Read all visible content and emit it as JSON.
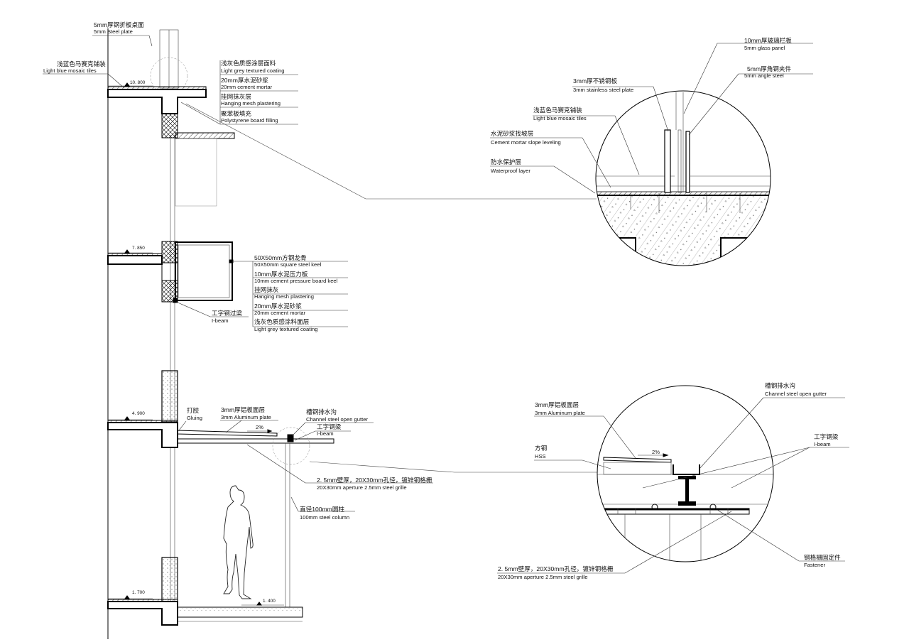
{
  "levels": {
    "l10800": "10. 800",
    "l7850": "7. 850",
    "l4900": "4. 900",
    "l1700": "1. 700",
    "l1400": "1. 400"
  },
  "labels": {
    "steel_plate": {
      "cn": "5mm厚钢折板桌面",
      "en": "5mm Steel plate"
    },
    "mosaic_top": {
      "cn": "浅蓝色马赛克铺装",
      "en": "Light blue mosaic tiles"
    },
    "coating_top": {
      "cn": "浅灰色质感涂层面料",
      "en": "Light grey textured coating"
    },
    "mortar_top": {
      "cn": "20mm厚水泥砂浆",
      "en": "20mm cement mortar"
    },
    "mesh_top": {
      "cn": "挂网抹灰层",
      "en": "Hanging mesh plastering"
    },
    "poly": {
      "cn": "聚苯板填充",
      "en": "Polystyrene board filling"
    },
    "keel": {
      "cn": "50X50mm方钢龙骨",
      "en": "50X50mm square steel keel"
    },
    "board": {
      "cn": "10mm厚水泥压力板",
      "en": "10mm cement pressure board keel"
    },
    "mesh_mid": {
      "cn": "挂网抹灰",
      "en": "Hanging mesh plastering"
    },
    "mortar_mid": {
      "cn": "20mm厚水泥砂浆",
      "en": "20mm cement mortar"
    },
    "coating_mid": {
      "cn": "浅灰色质感涂料面层",
      "en": "Light grey textured coating"
    },
    "ibeam_mid": {
      "cn": "工字钢过梁",
      "en": "I-beam"
    },
    "gluing": {
      "cn": "打胶",
      "en": "Gluing"
    },
    "alu_left": {
      "cn": "3mm厚铝板面层",
      "en": "3mm Aluminum plate"
    },
    "gutter_left": {
      "cn": "槽钢排水沟",
      "en": "Channel steel open gutter"
    },
    "ibeam_left": {
      "cn": "工字钢梁",
      "en": "I-beam"
    },
    "slope_left": "2%",
    "grille_left": {
      "cn": "2. 5mm壁厚，20X30mm孔径，镀锌钢格栅",
      "en": "20X30mm aperture 2.5mm steel grille"
    },
    "column": {
      "cn": "直径100mm圆柱",
      "en": "100mm steel column"
    },
    "glass": {
      "cn": "10mm厚玻璃栏板",
      "en": "5mm glass panel"
    },
    "angle": {
      "cn": "5mm厚角钢夹件",
      "en": "5mm angle steel"
    },
    "stainless": {
      "cn": "3mm厚不锈钢板",
      "en": "3mm stainless steel plate"
    },
    "mosaic_detail": {
      "cn": "浅蓝色马赛克铺装",
      "en": "Light blue mosaic tiles"
    },
    "slope_level": {
      "cn": "水泥砂浆找坡层",
      "en": "Cement mortar slope leveling"
    },
    "waterproof": {
      "cn": "防水保护层",
      "en": "Waterproof layer"
    },
    "gutter_detail": {
      "cn": "槽钢排水沟",
      "en": "Channel steel open gutter"
    },
    "alu_detail": {
      "cn": "3mm厚铝板面层",
      "en": "3mm Aluminum plate"
    },
    "hss": {
      "cn": "方钢",
      "en": "HSS"
    },
    "ibeam_detail": {
      "cn": "工字钢梁",
      "en": "I-beam"
    },
    "slope_detail": "2%",
    "fastener": {
      "cn": "钢格栅固定件",
      "en": "Fastener"
    },
    "grille_detail": {
      "cn": "2. 5mm壁厚，20X30mm孔径，镀锌钢格栅",
      "en": "20X30mm aperture 2.5mm steel grille"
    }
  }
}
